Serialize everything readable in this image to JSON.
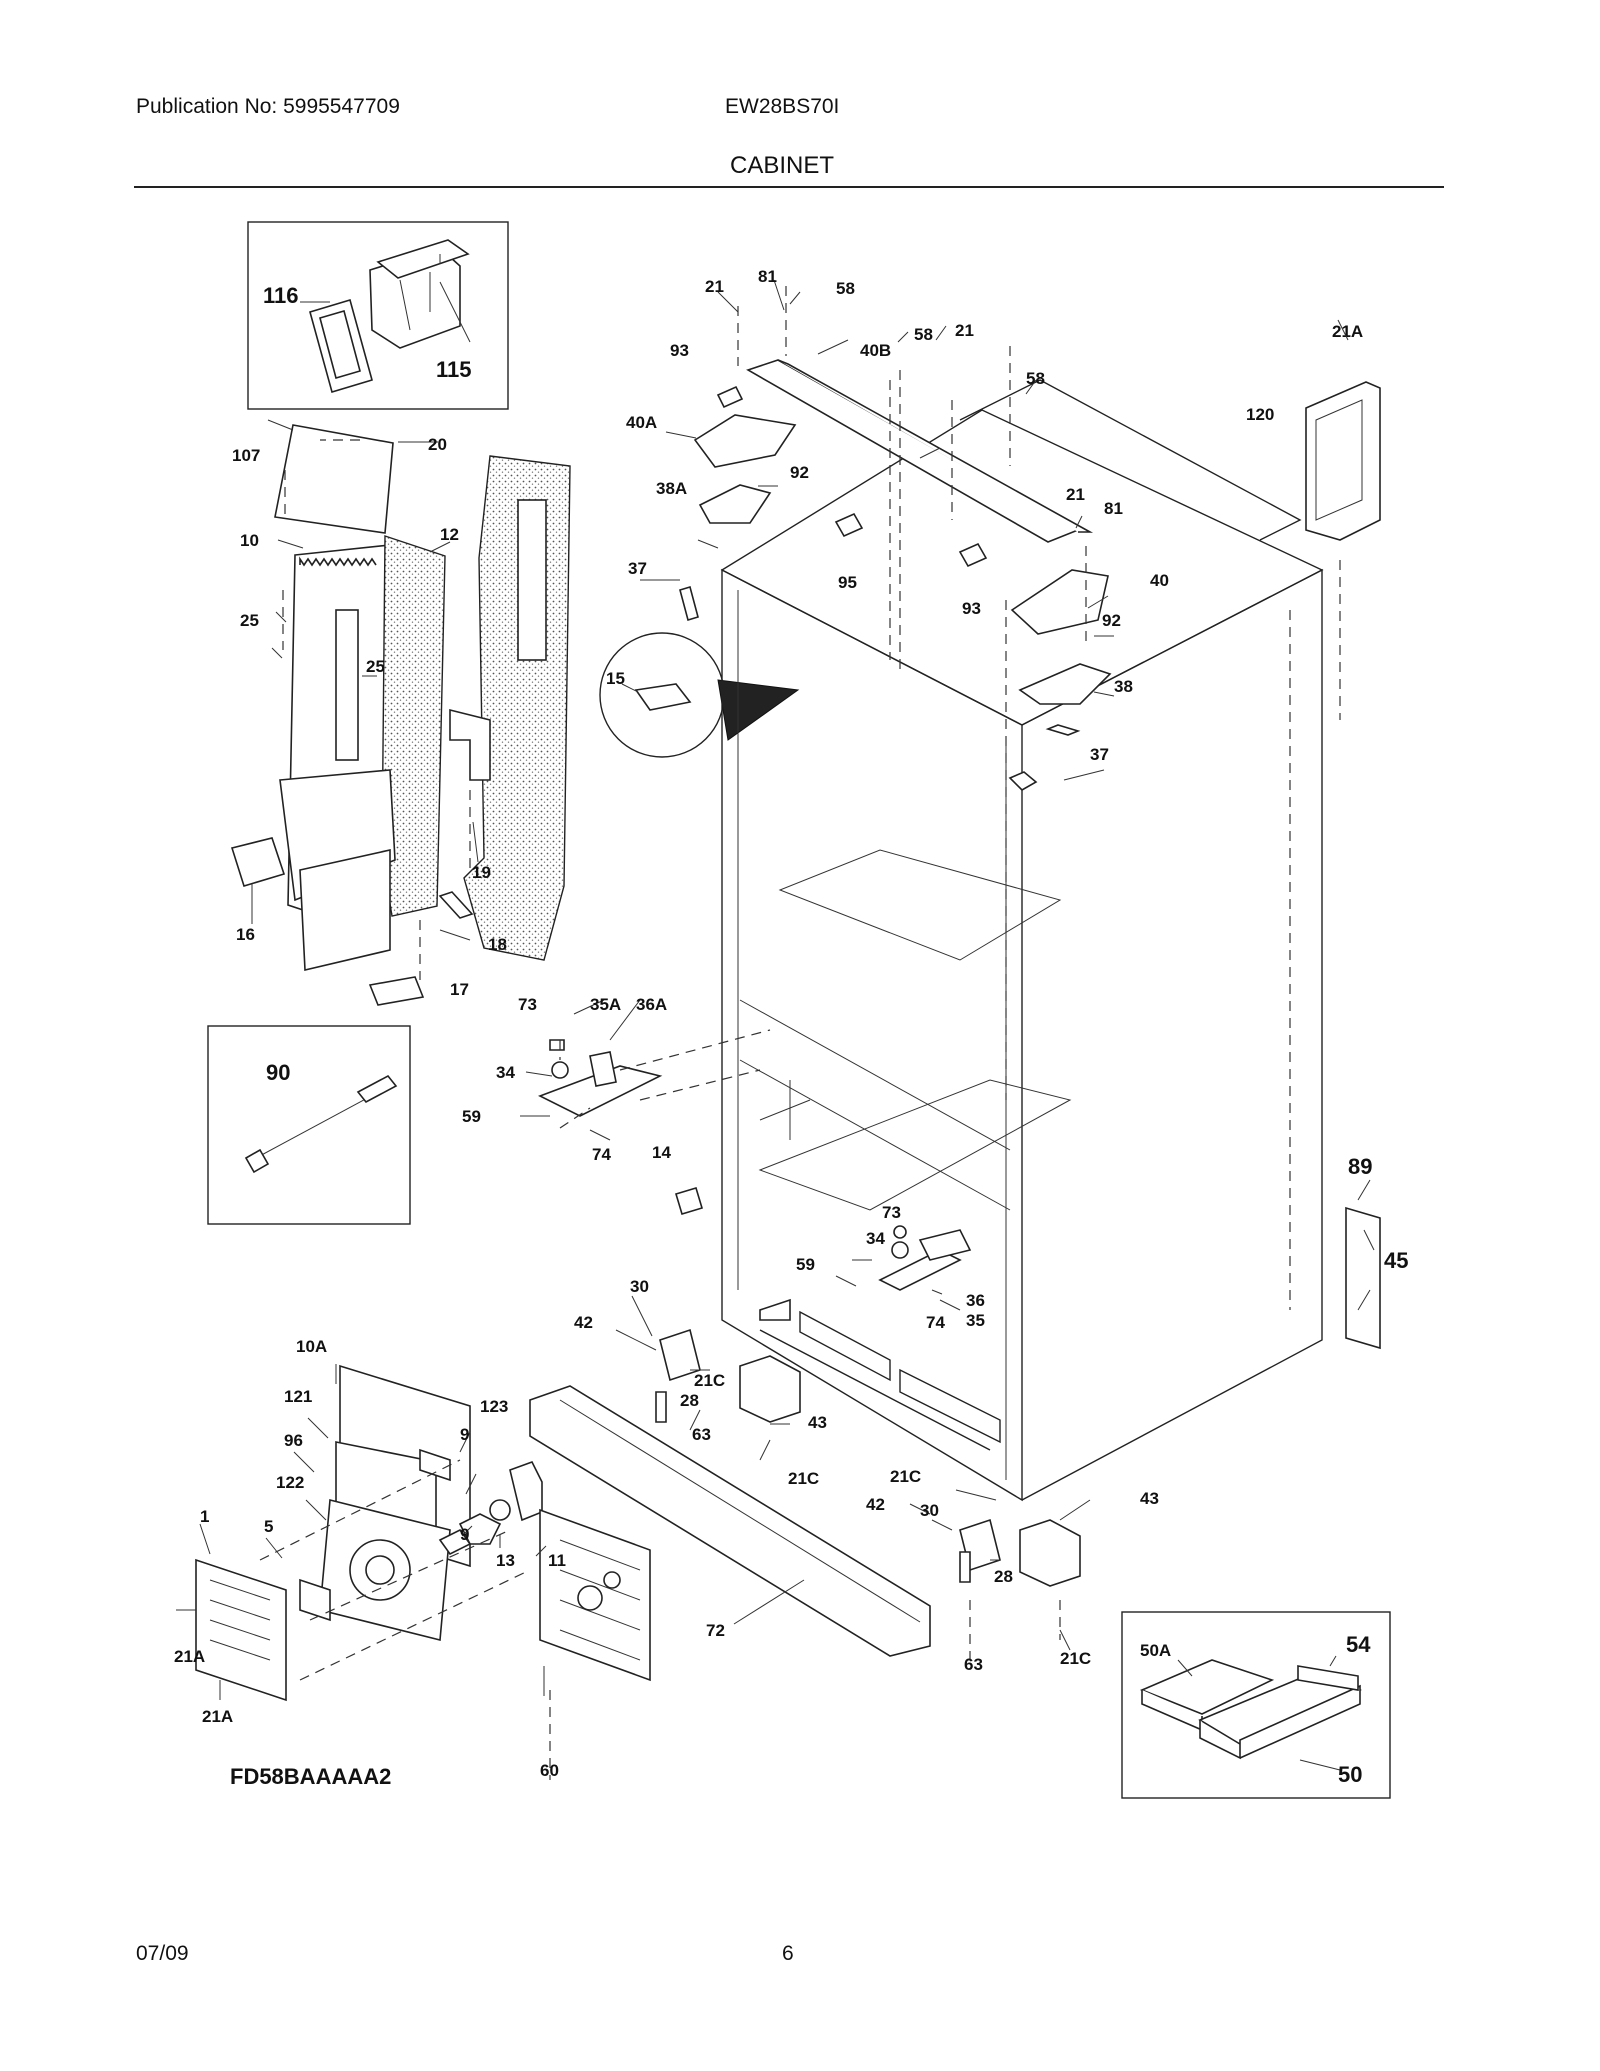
{
  "header": {
    "publication": "Publication No: 5995547709",
    "model": "EW28BS70I",
    "section": "CABINET"
  },
  "footer": {
    "date": "07/09",
    "page": "6"
  },
  "diagram_code": "FD58BAAAAA2",
  "callouts": {
    "c116": "116",
    "c115": "115",
    "c107": "107",
    "c20": "20",
    "c10": "10",
    "c12": "12",
    "c25a": "25",
    "c25b": "25",
    "c19": "19",
    "c16": "16",
    "c18": "18",
    "c17": "17",
    "c15": "15",
    "c21a": "21",
    "c81a": "81",
    "c58a": "58",
    "c93a": "93",
    "c40b": "40B",
    "c58b": "58",
    "c21b": "21",
    "c40a": "40A",
    "c92a": "92",
    "c38a": "38A",
    "c58c": "58",
    "c21A_top": "21A",
    "c120": "120",
    "c37a": "37",
    "c95": "95",
    "c93b": "93",
    "c21c": "21",
    "c81b": "81",
    "c40": "40",
    "c92b": "92",
    "c38": "38",
    "c37b": "37",
    "c90": "90",
    "c73a": "73",
    "c35A": "35A",
    "c36A": "36A",
    "c34a": "34",
    "c59a": "59",
    "c74a": "74",
    "c14": "14",
    "c89": "89",
    "c45": "45",
    "c73b": "73",
    "c34b": "34",
    "c59b": "59",
    "c36": "36",
    "c74b": "74",
    "c35": "35",
    "c30a": "30",
    "c42a": "42",
    "c21C_a": "21C",
    "c28a": "28",
    "c63a": "63",
    "c43a": "43",
    "c21C_b": "21C",
    "c10A": "10A",
    "c121": "121",
    "c96": "96",
    "c122": "122",
    "c123": "123",
    "c9a": "9",
    "c9b": "9",
    "c13": "13",
    "c11": "11",
    "c1": "1",
    "c5": "5",
    "c21A_a": "21A",
    "c21A_b": "21A",
    "c60": "60",
    "c72": "72",
    "c21C_c": "21C",
    "c42b": "42",
    "c30b": "30",
    "c43b": "43",
    "c28b": "28",
    "c63b": "63",
    "c21C_d": "21C",
    "c50A": "50A",
    "c54": "54",
    "c50": "50"
  }
}
